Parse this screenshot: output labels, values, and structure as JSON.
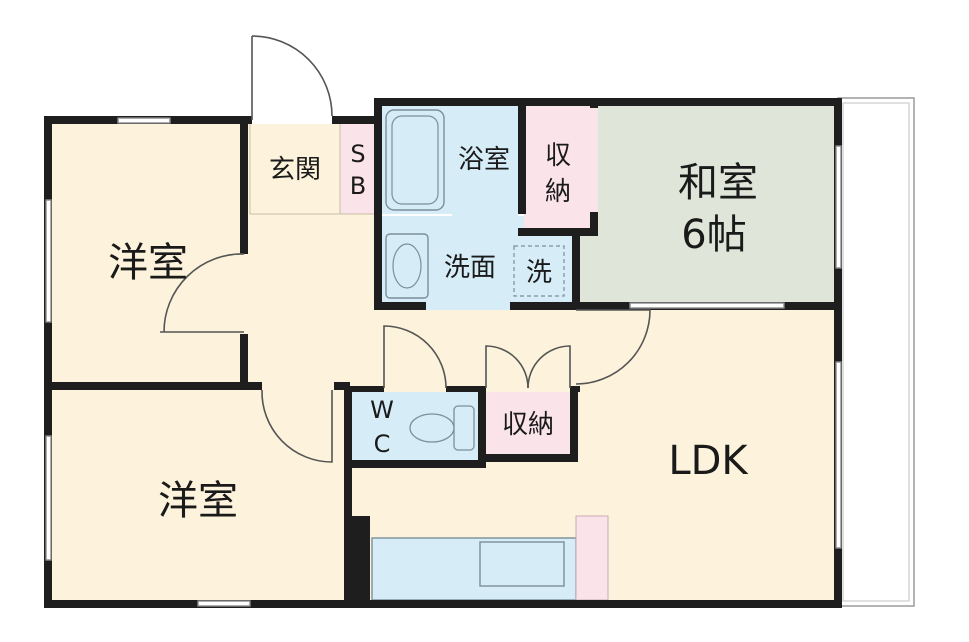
{
  "floorplan": {
    "rooms": {
      "western_room_north": "洋室",
      "western_room_south": "洋室",
      "entrance": "玄関",
      "shoe_box": [
        "S",
        "B"
      ],
      "bathroom": "浴室",
      "storage_north": [
        "収",
        "納"
      ],
      "japanese_room": "和室",
      "japanese_room_size": "6帖",
      "washroom": "洗面",
      "washing_machine": "洗",
      "toilet": [
        "W",
        "C"
      ],
      "storage_middle": "収納",
      "ldk": "LDK"
    },
    "colors": {
      "wall": "#1e1e1e",
      "western_floor": "#fdf3dc",
      "entrance_floor": "#fdf3dc",
      "ldk_floor": "#fdf3dc",
      "japanese_floor": "#dfe5d8",
      "wet_area": "#d6edf8",
      "storage": "#fbe3ea",
      "balcony_outline": "#9a9a9a"
    }
  }
}
